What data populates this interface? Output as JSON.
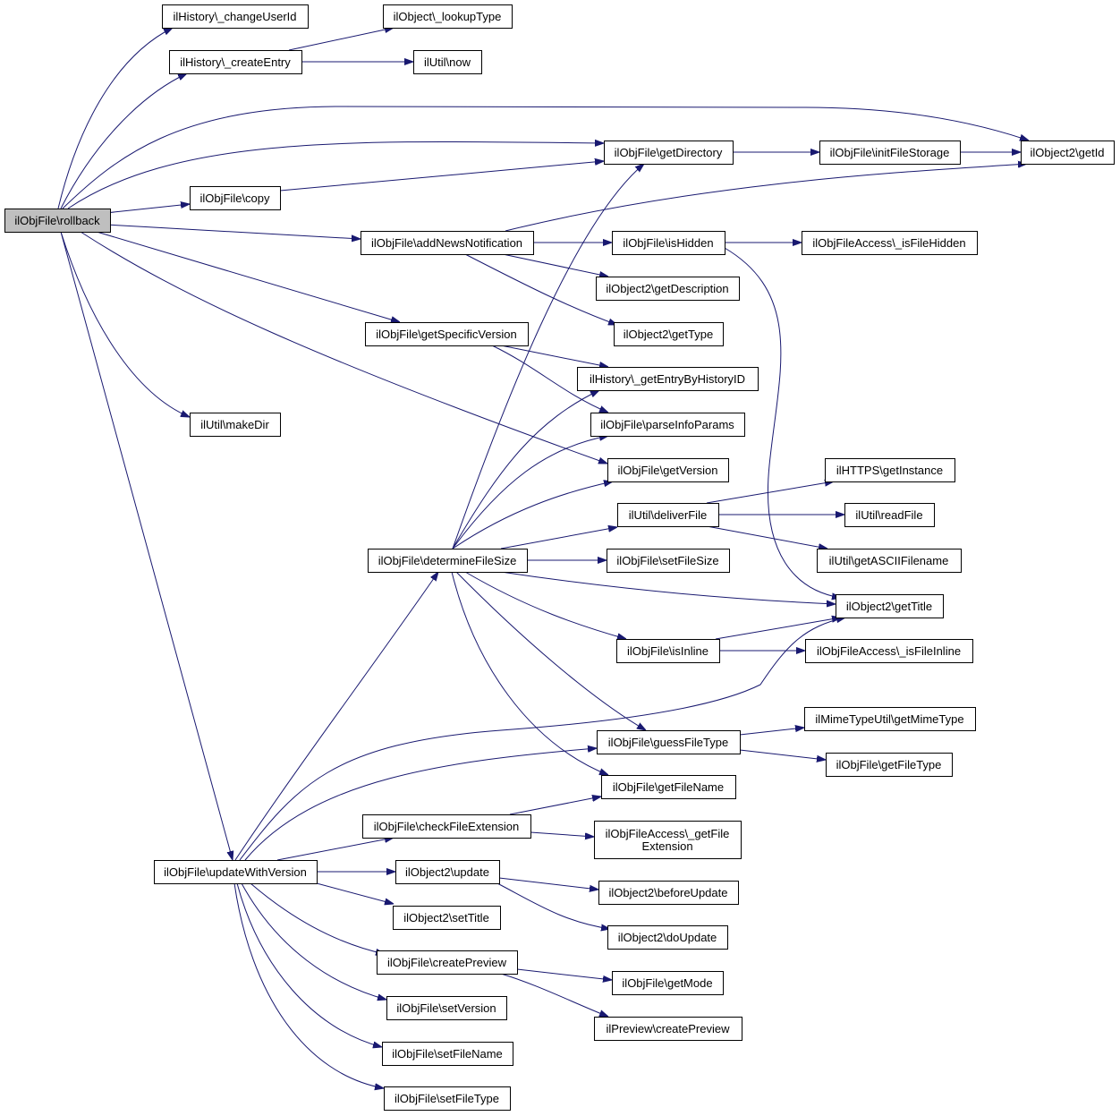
{
  "graph": {
    "edge_color": "#191970",
    "root_fill": "#bfbfbf",
    "nodes": [
      {
        "id": "rollback",
        "label": "ilObjFile\\rollback",
        "root": true
      },
      {
        "id": "changeUserId",
        "label": "ilHistory\\_changeUserId"
      },
      {
        "id": "createEntry",
        "label": "ilHistory\\_createEntry"
      },
      {
        "id": "lookupType",
        "label": "ilObject\\_lookupType"
      },
      {
        "id": "now",
        "label": "ilUtil\\now"
      },
      {
        "id": "getDirectory",
        "label": "ilObjFile\\getDirectory"
      },
      {
        "id": "initFileStorage",
        "label": "ilObjFile\\initFileStorage"
      },
      {
        "id": "getId",
        "label": "ilObject2\\getId"
      },
      {
        "id": "copy",
        "label": "ilObjFile\\copy"
      },
      {
        "id": "addNewsNotification",
        "label": "ilObjFile\\addNewsNotification"
      },
      {
        "id": "isHidden",
        "label": "ilObjFile\\isHidden"
      },
      {
        "id": "isFileHidden",
        "label": "ilObjFileAccess\\_isFileHidden"
      },
      {
        "id": "getDescription",
        "label": "ilObject2\\getDescription"
      },
      {
        "id": "getType",
        "label": "ilObject2\\getType"
      },
      {
        "id": "getSpecificVersion",
        "label": "ilObjFile\\getSpecificVersion"
      },
      {
        "id": "getEntryByHistoryID",
        "label": "ilHistory\\_getEntryByHistoryID"
      },
      {
        "id": "parseInfoParams",
        "label": "ilObjFile\\parseInfoParams"
      },
      {
        "id": "makeDir",
        "label": "ilUtil\\makeDir"
      },
      {
        "id": "getVersion",
        "label": "ilObjFile\\getVersion"
      },
      {
        "id": "getInstance",
        "label": "ilHTTPS\\getInstance"
      },
      {
        "id": "deliverFile",
        "label": "ilUtil\\deliverFile"
      },
      {
        "id": "readFile",
        "label": "ilUtil\\readFile"
      },
      {
        "id": "determineFileSize",
        "label": "ilObjFile\\determineFileSize"
      },
      {
        "id": "setFileSize",
        "label": "ilObjFile\\setFileSize"
      },
      {
        "id": "getASCIIFilename",
        "label": "ilUtil\\getASCIIFilename"
      },
      {
        "id": "getTitle",
        "label": "ilObject2\\getTitle"
      },
      {
        "id": "isInline",
        "label": "ilObjFile\\isInline"
      },
      {
        "id": "isFileInline",
        "label": "ilObjFileAccess\\_isFileInline"
      },
      {
        "id": "getMimeType",
        "label": "ilMimeTypeUtil\\getMimeType"
      },
      {
        "id": "guessFileType",
        "label": "ilObjFile\\guessFileType"
      },
      {
        "id": "getFileType",
        "label": "ilObjFile\\getFileType"
      },
      {
        "id": "getFileName",
        "label": "ilObjFile\\getFileName"
      },
      {
        "id": "checkFileExtension",
        "label": "ilObjFile\\checkFileExtension"
      },
      {
        "id": "getFileExtension",
        "label": "ilObjFileAccess\\_getFile\nExtension"
      },
      {
        "id": "updateWithVersion",
        "label": "ilObjFile\\updateWithVersion"
      },
      {
        "id": "update",
        "label": "ilObject2\\update"
      },
      {
        "id": "beforeUpdate",
        "label": "ilObject2\\beforeUpdate"
      },
      {
        "id": "setTitle",
        "label": "ilObject2\\setTitle"
      },
      {
        "id": "doUpdate",
        "label": "ilObject2\\doUpdate"
      },
      {
        "id": "createPreview",
        "label": "ilObjFile\\createPreview"
      },
      {
        "id": "getMode",
        "label": "ilObjFile\\getMode"
      },
      {
        "id": "setVersion",
        "label": "ilObjFile\\setVersion"
      },
      {
        "id": "previewCreatePreview",
        "label": "ilPreview\\createPreview"
      },
      {
        "id": "setFileName",
        "label": "ilObjFile\\setFileName"
      },
      {
        "id": "setFileType",
        "label": "ilObjFile\\setFileType"
      }
    ],
    "edges": [
      [
        "rollback",
        "changeUserId"
      ],
      [
        "rollback",
        "createEntry"
      ],
      [
        "rollback",
        "getId"
      ],
      [
        "rollback",
        "getDirectory"
      ],
      [
        "rollback",
        "copy"
      ],
      [
        "rollback",
        "addNewsNotification"
      ],
      [
        "rollback",
        "getSpecificVersion"
      ],
      [
        "rollback",
        "makeDir"
      ],
      [
        "rollback",
        "getVersion"
      ],
      [
        "rollback",
        "updateWithVersion"
      ],
      [
        "createEntry",
        "lookupType"
      ],
      [
        "createEntry",
        "now"
      ],
      [
        "getDirectory",
        "initFileStorage"
      ],
      [
        "initFileStorage",
        "getId"
      ],
      [
        "copy",
        "getDirectory"
      ],
      [
        "addNewsNotification",
        "getId"
      ],
      [
        "addNewsNotification",
        "isHidden"
      ],
      [
        "addNewsNotification",
        "getDescription"
      ],
      [
        "addNewsNotification",
        "getType"
      ],
      [
        "isHidden",
        "isFileHidden"
      ],
      [
        "isHidden",
        "getTitle"
      ],
      [
        "getSpecificVersion",
        "getEntryByHistoryID"
      ],
      [
        "getSpecificVersion",
        "parseInfoParams"
      ],
      [
        "determineFileSize",
        "getDirectory"
      ],
      [
        "determineFileSize",
        "getEntryByHistoryID"
      ],
      [
        "determineFileSize",
        "parseInfoParams"
      ],
      [
        "determineFileSize",
        "getVersion"
      ],
      [
        "determineFileSize",
        "deliverFile"
      ],
      [
        "determineFileSize",
        "setFileSize"
      ],
      [
        "determineFileSize",
        "getTitle"
      ],
      [
        "determineFileSize",
        "isInline"
      ],
      [
        "determineFileSize",
        "guessFileType"
      ],
      [
        "determineFileSize",
        "getFileName"
      ],
      [
        "deliverFile",
        "getInstance"
      ],
      [
        "deliverFile",
        "readFile"
      ],
      [
        "deliverFile",
        "getASCIIFilename"
      ],
      [
        "isInline",
        "getTitle"
      ],
      [
        "isInline",
        "isFileInline"
      ],
      [
        "guessFileType",
        "getMimeType"
      ],
      [
        "guessFileType",
        "getFileType"
      ],
      [
        "checkFileExtension",
        "getFileName"
      ],
      [
        "checkFileExtension",
        "getFileExtension"
      ],
      [
        "updateWithVersion",
        "determineFileSize"
      ],
      [
        "updateWithVersion",
        "getTitle"
      ],
      [
        "updateWithVersion",
        "guessFileType"
      ],
      [
        "updateWithVersion",
        "checkFileExtension"
      ],
      [
        "updateWithVersion",
        "update"
      ],
      [
        "updateWithVersion",
        "setTitle"
      ],
      [
        "updateWithVersion",
        "createPreview"
      ],
      [
        "updateWithVersion",
        "setVersion"
      ],
      [
        "updateWithVersion",
        "setFileName"
      ],
      [
        "updateWithVersion",
        "setFileType"
      ],
      [
        "update",
        "beforeUpdate"
      ],
      [
        "update",
        "doUpdate"
      ],
      [
        "createPreview",
        "getMode"
      ],
      [
        "createPreview",
        "previewCreatePreview"
      ]
    ]
  }
}
